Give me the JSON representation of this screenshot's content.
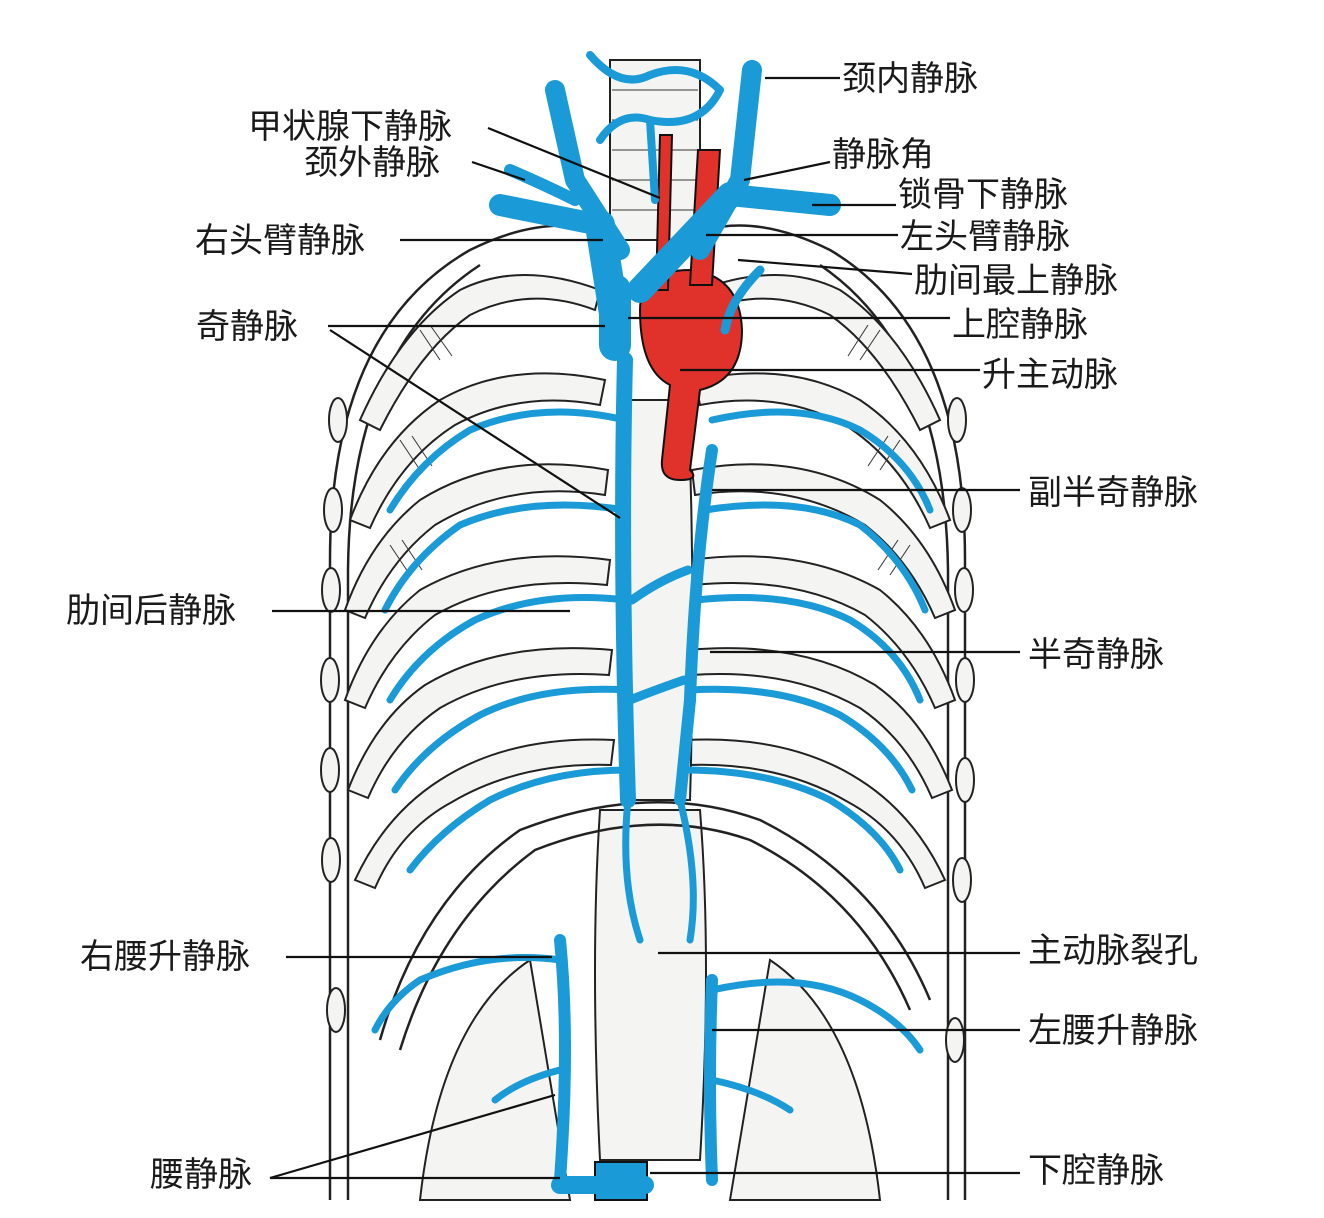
{
  "colors": {
    "vein": "#1a9ad6",
    "artery": "#e0312b",
    "outline": "#222222",
    "bone": "#f4f4f2"
  },
  "labels": {
    "internal_jugular_vein": "颈内静脉",
    "inferior_thyroid_vein": "甲状腺下静脉",
    "external_jugular_vein": "颈外静脉",
    "venous_angle": "静脉角",
    "subclavian_vein": "锁骨下静脉",
    "right_brachiocephalic_vein": "右头臂静脉",
    "left_brachiocephalic_vein": "左头臂静脉",
    "supreme_intercostal_vein": "肋间最上静脉",
    "azygos_vein": "奇静脉",
    "superior_vena_cava": "上腔静脉",
    "ascending_aorta": "升主动脉",
    "accessory_hemiazygos_vein": "副半奇静脉",
    "posterior_intercostal_vein": "肋间后静脉",
    "hemiazygos_vein": "半奇静脉",
    "right_ascending_lumbar_vein": "右腰升静脉",
    "aortic_hiatus": "主动脉裂孔",
    "left_ascending_lumbar_vein": "左腰升静脉",
    "lumbar_veins": "腰静脉",
    "inferior_vena_cava": "下腔静脉"
  }
}
